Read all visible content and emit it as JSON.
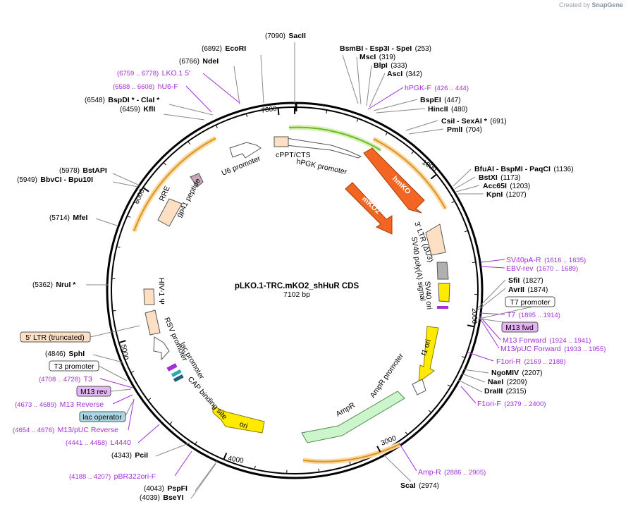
{
  "credit": {
    "prefix": "Created by",
    "brand": "SnapGene"
  },
  "plasmid": {
    "name": "pLKO.1-TRC.mKO2_shHuR CDS",
    "size_label": "7102 bp"
  },
  "ticks": [
    "1000",
    "2000",
    "3000",
    "4000",
    "5000",
    "6000",
    "7000"
  ],
  "sites": [
    {
      "name": "SacII",
      "pos": "(7090)"
    },
    {
      "name": "EcoRI",
      "pos": "(6892)"
    },
    {
      "name": "NdeI",
      "pos": "(6766)"
    },
    {
      "name": "BspDI * - ClaI *",
      "pos": "(6548)"
    },
    {
      "name": "KflI",
      "pos": "(6459)"
    },
    {
      "name": "BstAPI",
      "pos": "(5978)"
    },
    {
      "name": "BbvCI - Bpu10I",
      "pos": "(5949)"
    },
    {
      "name": "MfeI",
      "pos": "(5714)"
    },
    {
      "name": "NruI *",
      "pos": "(5362)"
    },
    {
      "name": "SphI",
      "pos": "(4846)"
    },
    {
      "name": "PciI",
      "pos": "(4343)"
    },
    {
      "name": "PspFI",
      "pos": "(4043)"
    },
    {
      "name": "BseYI",
      "pos": "(4039)"
    },
    {
      "name": "ScaI",
      "pos": "(2974)"
    },
    {
      "name": "DraIII",
      "pos": "(2315)"
    },
    {
      "name": "NaeI",
      "pos": "(2209)"
    },
    {
      "name": "NgoMIV",
      "pos": "(2207)"
    },
    {
      "name": "AvrII",
      "pos": "(1874)"
    },
    {
      "name": "SfiI",
      "pos": "(1827)"
    },
    {
      "name": "KpnI",
      "pos": "(1207)"
    },
    {
      "name": "Acc65I",
      "pos": "(1203)"
    },
    {
      "name": "BstXI",
      "pos": "(1173)"
    },
    {
      "name": "BfuAI - BspMI - PaqCI",
      "pos": "(1136)"
    },
    {
      "name": "PmlI",
      "pos": "(704)"
    },
    {
      "name": "CsiI - SexAI *",
      "pos": "(691)"
    },
    {
      "name": "HincII",
      "pos": "(480)"
    },
    {
      "name": "BspEI",
      "pos": "(447)"
    },
    {
      "name": "AscI",
      "pos": "(342)"
    },
    {
      "name": "BlpI",
      "pos": "(333)"
    },
    {
      "name": "MscI",
      "pos": "(319)"
    },
    {
      "name": "BsmBI - Esp3I - SpeI",
      "pos": "(253)"
    }
  ],
  "primers": [
    {
      "name": "LKO.1 5'",
      "range": "(6759 .. 6778)"
    },
    {
      "name": "hU6-F",
      "range": "(6588 .. 6608)"
    },
    {
      "name": "hPGK-F",
      "range": "(426 .. 444)"
    },
    {
      "name": "SV40pA-R",
      "range": "(1616 .. 1635)"
    },
    {
      "name": "EBV-rev",
      "range": "(1670 .. 1689)"
    },
    {
      "name": "T7",
      "range": "(1895 .. 1914)"
    },
    {
      "name": "M13 Forward",
      "range": "(1924 .. 1941)"
    },
    {
      "name": "M13/pUC Forward",
      "range": "(1933 .. 1955)"
    },
    {
      "name": "F1ori-R",
      "range": "(2169 .. 2188)"
    },
    {
      "name": "F1ori-F",
      "range": "(2379 .. 2400)"
    },
    {
      "name": "Amp-R",
      "range": "(2886 .. 2905)"
    },
    {
      "name": "pBR322ori-F",
      "range": "(4188 .. 4207)"
    },
    {
      "name": "L4440",
      "range": "(4441 .. 4458)"
    },
    {
      "name": "M13/pUC Reverse",
      "range": "(4654 .. 4676)"
    },
    {
      "name": "M13 Reverse",
      "range": "(4673 .. 4689)"
    },
    {
      "name": "T3",
      "range": "(4708 .. 4728)"
    }
  ],
  "boxes": [
    {
      "name": "T7 promoter",
      "kind": "promoter"
    },
    {
      "name": "M13 fwd",
      "kind": "primer"
    },
    {
      "name": "5' LTR (truncated)",
      "kind": "ltr"
    },
    {
      "name": "T3 promoter",
      "kind": "promoter"
    },
    {
      "name": "M13 rev",
      "kind": "primer"
    },
    {
      "name": "lac operator",
      "kind": "operator"
    }
  ],
  "features": [
    {
      "name": "hmKO"
    },
    {
      "name": "mKO2"
    },
    {
      "name": "f1 ori"
    },
    {
      "name": "ori"
    },
    {
      "name": "AmpR"
    },
    {
      "name": "U6 promoter"
    },
    {
      "name": "cPPT/CTS"
    },
    {
      "name": "hPGK promoter"
    },
    {
      "name": "3' LTR (ΔU3)"
    },
    {
      "name": "SV40 poly(A) signal"
    },
    {
      "name": "SV40 ori"
    },
    {
      "name": "AmpR promoter"
    },
    {
      "name": "CAP binding site"
    },
    {
      "name": "lac promoter"
    },
    {
      "name": "RSV promoter"
    },
    {
      "name": "HIV-1 Ψ"
    },
    {
      "name": "RRE"
    },
    {
      "name": "gp41 peptide"
    }
  ],
  "colors": {
    "orange_feature": "#f26522",
    "ori_yellow": "#ffea00",
    "ampr_green": "#ccf5cc",
    "ltr_fill": "#fde0c4",
    "primer_purple": "#a42fd8",
    "primer_box": "#e4b4f4",
    "operator_box": "#a9d7e5",
    "orf_arc": "#d99327",
    "green_arc": "#6bbb2a"
  }
}
